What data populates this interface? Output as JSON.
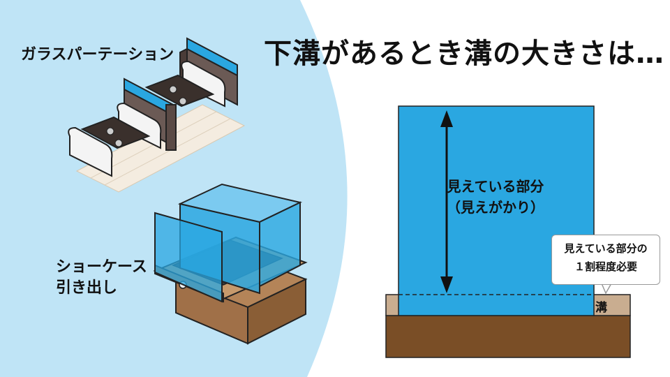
{
  "title": "下溝があるとき溝の大きさは…",
  "left_panel": {
    "partition_label": "ガラスパーテーション",
    "showcase_label_line1": "ショーケース",
    "showcase_label_line2": "引き出し"
  },
  "diagram": {
    "visible_part_line1": "見えている部分",
    "visible_part_line2": "（見えがかり）",
    "callout_line1": "見えている部分の",
    "callout_line2": "１割程度必要",
    "groove_label": "溝"
  },
  "colors": {
    "light_blue_bg": "#bfe4f6",
    "glass_blue": "#2aa7e1",
    "groove_tan": "#c9ad90",
    "base_brown": "#7a4e26",
    "wood_brown": "#a07048"
  }
}
